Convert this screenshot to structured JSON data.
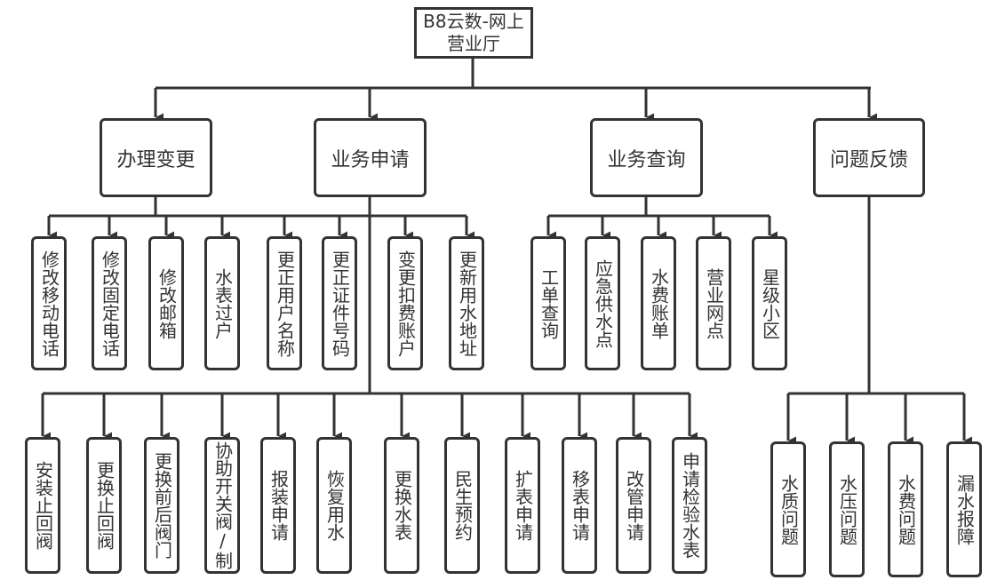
{
  "root": {
    "label": "B8云数-网上营业厅"
  },
  "categories": [
    {
      "label": "办理变更",
      "children": [
        "修改移动电话",
        "修改固定电话",
        "修改邮箱",
        "水表过户",
        "更正用户名称",
        "更正证件号码"
      ]
    },
    {
      "label": "业务申请",
      "children_upper": [
        "变更扣费账户",
        "更新用水地址"
      ],
      "children_lower": [
        "安装止回阀",
        "更换止回阀",
        "更换前后阀门",
        "协助开关阀/制",
        "报装申请",
        "恢复用水",
        "更换水表",
        "民生预约",
        "扩表申请",
        "移表申请",
        "改管申请",
        "申请检验水表"
      ]
    },
    {
      "label": "业务查询",
      "children": [
        "工单查询",
        "应急供水点",
        "水费账单",
        "营业网点",
        "星级小区"
      ]
    },
    {
      "label": "问题反馈",
      "children": [
        "水质问题",
        "水压问题",
        "水费问题",
        "漏水报障"
      ]
    }
  ],
  "colors": {
    "stroke": "#333333",
    "background": "#ffffff",
    "text": "#333333"
  }
}
